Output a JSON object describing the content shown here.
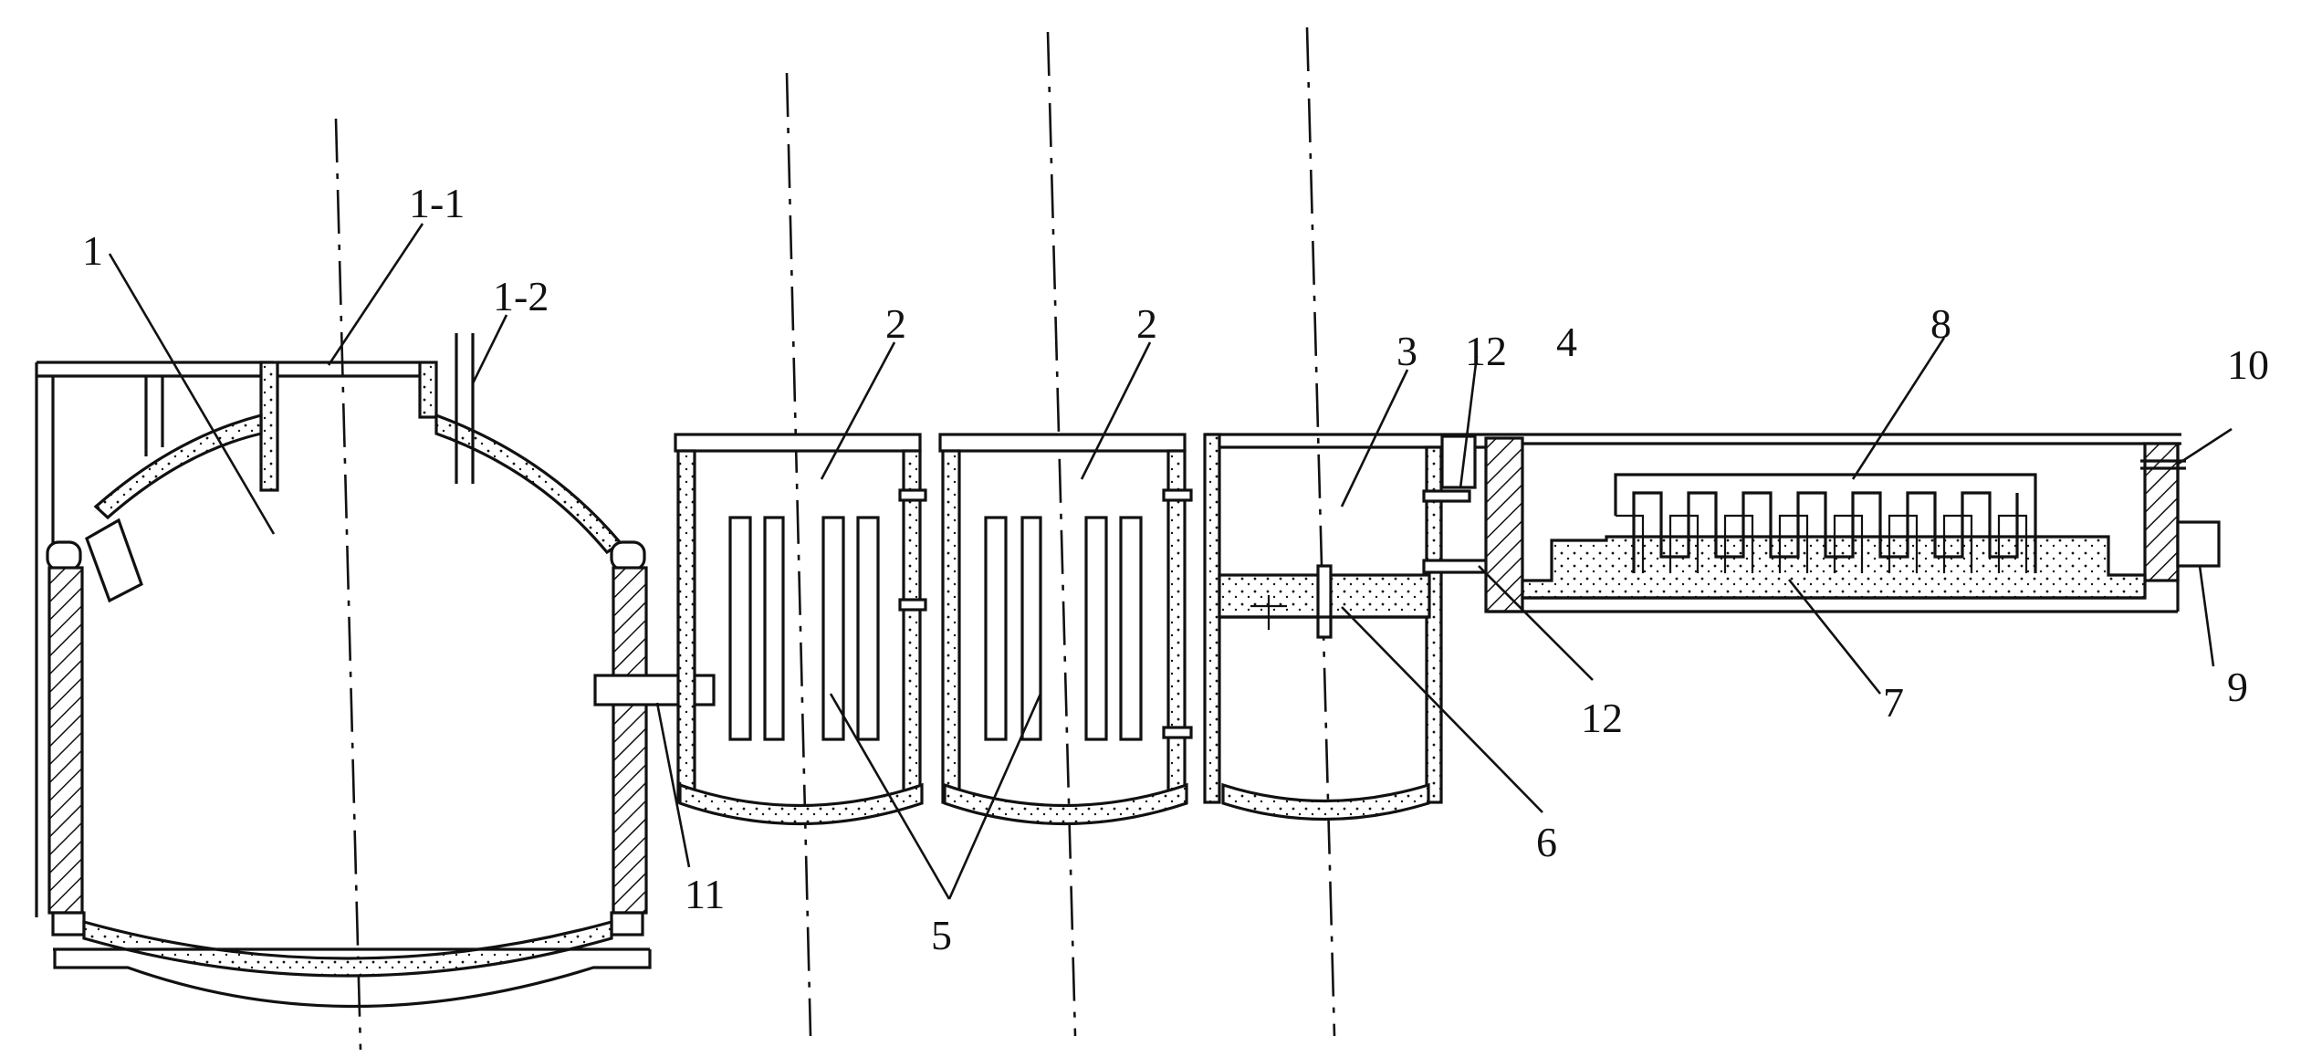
{
  "labels": {
    "l1": "1",
    "l1_1": "1-1",
    "l1_2": "1-2",
    "l2a": "2",
    "l2b": "2",
    "l3": "3",
    "l4": "4",
    "l5": "5",
    "l6": "6",
    "l7": "7",
    "l8": "8",
    "l9": "9",
    "l10": "10",
    "l11": "11",
    "l12a": "12",
    "l12b": "12"
  }
}
